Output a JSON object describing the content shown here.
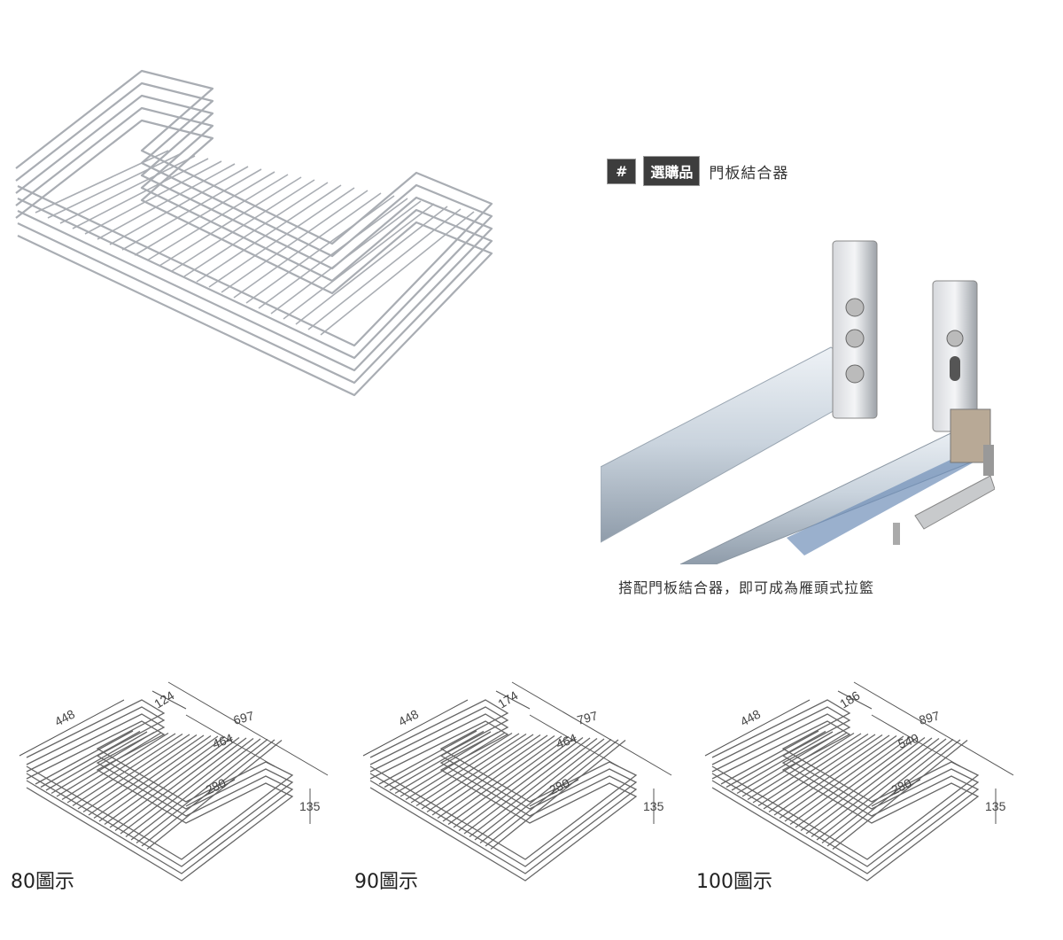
{
  "tag": {
    "hash": "#",
    "badge": "選購品",
    "title": "門板結合器"
  },
  "caption": "搭配門板結合器，即可成為雁頭式拉籃",
  "diagrams": [
    {
      "label": "80圖示",
      "dims": {
        "a": "448",
        "b": "124",
        "c": "697",
        "d": "464",
        "e": "280",
        "f": "135"
      }
    },
    {
      "label": "90圖示",
      "dims": {
        "a": "448",
        "b": "174",
        "c": "797",
        "d": "464",
        "e": "280",
        "f": "135"
      }
    },
    {
      "label": "100圖示",
      "dims": {
        "a": "448",
        "b": "186",
        "c": "897",
        "d": "540",
        "e": "280",
        "f": "135"
      }
    }
  ]
}
